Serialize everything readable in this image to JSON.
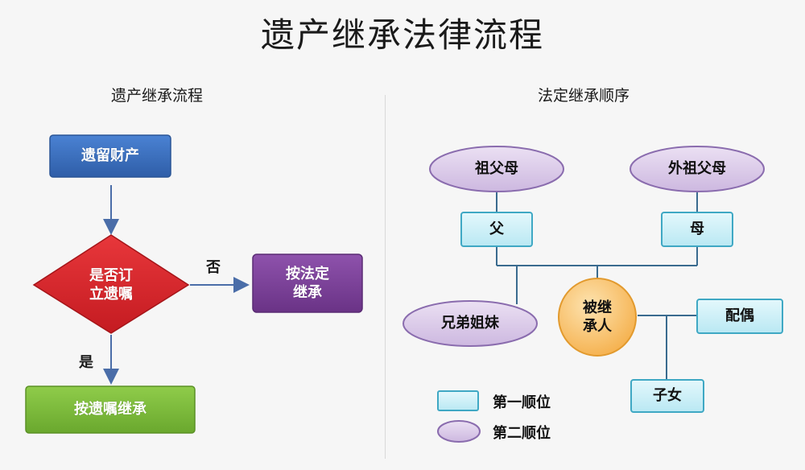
{
  "title": "遗产继承法律流程",
  "left": {
    "heading": "遗产继承流程",
    "nodes": {
      "estate": "遗留财产",
      "decision": "是否订\n立遗嘱",
      "statutory": "按法定\n继承",
      "by_will": "按遗嘱继承"
    },
    "edge_labels": {
      "no": "否",
      "yes": "是"
    }
  },
  "right": {
    "heading": "法定继承顺序",
    "nodes": {
      "grandparents_paternal": "祖父母",
      "grandparents_maternal": "外祖父母",
      "father": "父",
      "mother": "母",
      "siblings": "兄弟姐妹",
      "deceased": "被继\n承人",
      "spouse": "配偶",
      "children": "子女"
    },
    "legend": {
      "first_order": "第一顺位",
      "second_order": "第二顺位"
    }
  },
  "colors": {
    "blue_box": "#3a6fc0",
    "red_diamond": "#d6262b",
    "purple_box": "#7b3f98",
    "green_box": "#7dbb3c",
    "arrow": "#4a6da8",
    "first_order_fill": "#cdf0f7",
    "first_order_stroke": "#3fa8c4",
    "second_order_fill": "#dccdea",
    "second_order_stroke": "#8a6cae",
    "deceased_fill": "#f9c56e",
    "deceased_stroke": "#e29a2e"
  }
}
